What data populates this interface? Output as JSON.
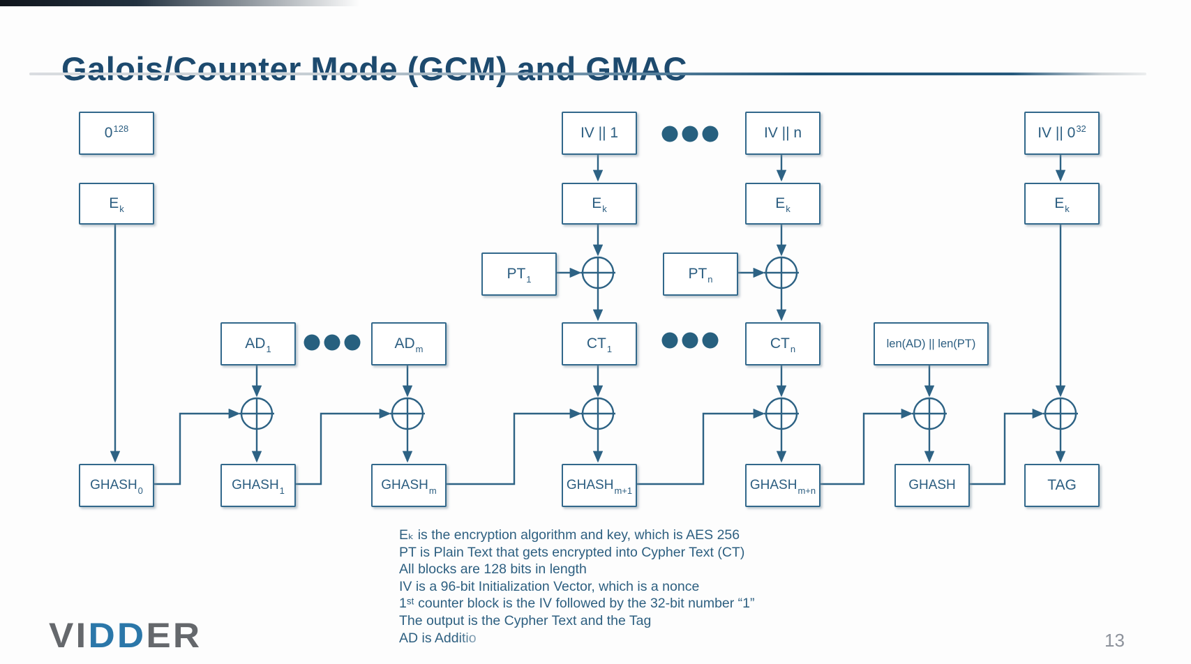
{
  "title": "Galois/Counter Mode (GCM) and GMAC",
  "page_number": "13",
  "logo": {
    "gray_prefix": "VI",
    "blue_mid": "DD",
    "gray_suffix": "ER"
  },
  "colors": {
    "accent_stroke": "#2d6284",
    "box_text": "#2b5d80",
    "title_text": "#1d4a6e",
    "logo_gray": "#65686c",
    "logo_blue": "#2b77a9",
    "page_num_gray": "#8d929b"
  },
  "icons": {
    "xor": "⊕",
    "ellipsis": "•••"
  },
  "diagram": {
    "boxes": {
      "zero128": {
        "main": "0",
        "sup": "128"
      },
      "iv1": {
        "main": "IV || 1"
      },
      "ivn": {
        "main": "IV || n"
      },
      "iv032": {
        "main": "IV || 0",
        "sup": "32"
      },
      "ek_a": {
        "main": "E",
        "sub": "k"
      },
      "ek_e": {
        "main": "E",
        "sub": "k"
      },
      "ek_g": {
        "main": "E",
        "sub": "k"
      },
      "ek_i": {
        "main": "E",
        "sub": "k"
      },
      "pt1": {
        "main": "PT",
        "sub": "1"
      },
      "ptn": {
        "main": "PT",
        "sub": "n"
      },
      "ad1": {
        "main": "AD",
        "sub": "1"
      },
      "adm": {
        "main": "AD",
        "sub": "m"
      },
      "ct1": {
        "main": "CT",
        "sub": "1"
      },
      "ctn": {
        "main": "CT",
        "sub": "n"
      },
      "len": {
        "main": "len(AD) || len(PT)"
      },
      "ghash0": {
        "main": "GHASH",
        "sub": "0"
      },
      "ghash1": {
        "main": "GHASH",
        "sub": "1"
      },
      "ghashm": {
        "main": "GHASH",
        "sub": "m"
      },
      "ghashm1": {
        "main": "GHASH",
        "sub": "m+1"
      },
      "ghashmn": {
        "main": "GHASH",
        "sub": "m+n"
      },
      "ghash": {
        "main": "GHASH"
      },
      "tag": {
        "main": "TAG"
      }
    },
    "notes": [
      "Eₖ is the encryption algorithm and key, which is AES 256",
      "PT is Plain Text that gets encrypted into Cypher Text (CT)",
      "All blocks are 128 bits in length",
      "IV is a 96-bit Initialization Vector, which is a nonce",
      "1ˢᵗ counter block is the IV followed by the 32-bit number “1”",
      "The output is the Cypher Text and the Tag",
      "AD is Additio"
    ]
  }
}
